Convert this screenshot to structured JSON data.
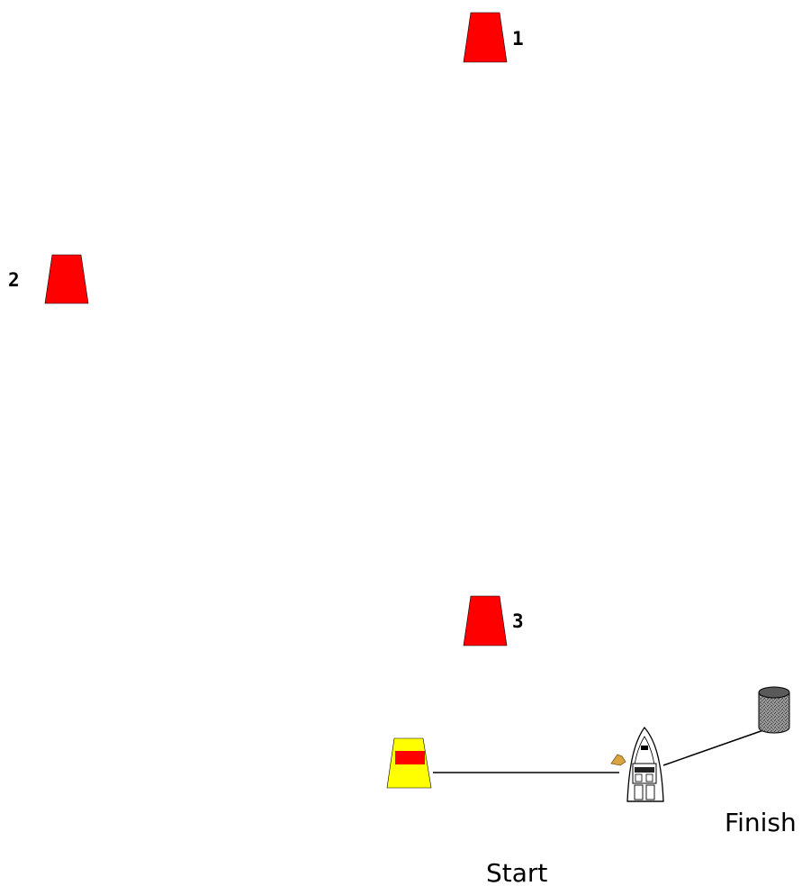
{
  "colors": {
    "mark_red": "#FF0000",
    "start_mark_yellow": "#FFFF00",
    "start_mark_band": "#FF0000",
    "finish_buoy": "#7A7A7A",
    "line": "#000000",
    "background": "#FFFFFF"
  },
  "marks": [
    {
      "label": "1",
      "color": "red",
      "shape": "conical-buoy"
    },
    {
      "label": "2",
      "color": "red",
      "shape": "conical-buoy"
    },
    {
      "label": "3",
      "color": "red",
      "shape": "conical-buoy"
    }
  ],
  "start_mark": {
    "color": "yellow with red band",
    "shape": "conical-buoy"
  },
  "committee_boat": {
    "icon": "motor-yacht-icon",
    "flag": "orange flag"
  },
  "finish_mark": {
    "shape": "cylinder-buoy",
    "pattern": "grey speckled"
  },
  "labels": {
    "start": "Start",
    "finish": "Finish"
  }
}
